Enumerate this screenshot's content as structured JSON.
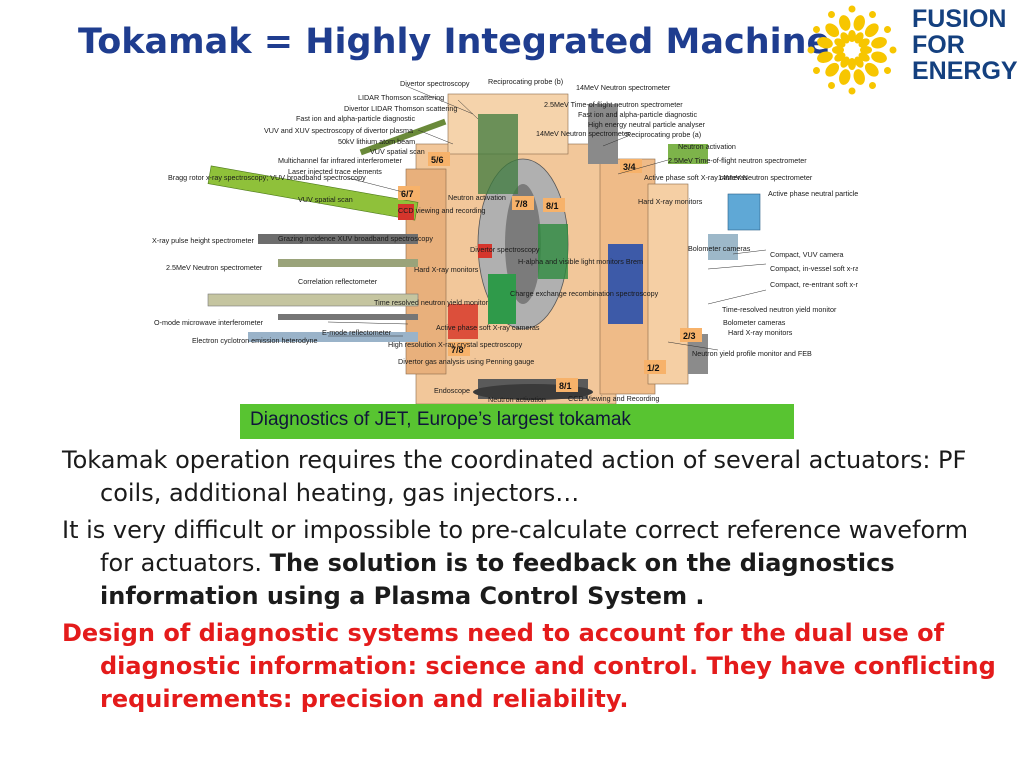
{
  "title": "Tokamak = Highly Integrated Machine",
  "logo": {
    "line1": "FUSION",
    "line2": "FOR",
    "line3": "ENERGY"
  },
  "figure": {
    "labels": [
      "Divertor spectroscopy",
      "Reciprocating probe (b)",
      "14MeV Neutron spectrometer",
      "LIDAR Thomson scattering",
      "2.5MeV Time-of-flight neutron spectrometer",
      "Divertor LIDAR Thomson scattering",
      "Fast ion and alpha-particle diagnostic",
      "Fast ion and alpha-particle diagnostic",
      "High energy neutral particle analyser",
      "VUV and XUV spectroscopy of divertor plasma",
      "14MeV Neutron spectrometer",
      "Reciprocating probe (a)",
      "50kV lithium atom beam",
      "Neutron activation",
      "VUV spatial scan",
      "Multichannel far infrared interferometer",
      "2.5MeV Time-of-flight neutron spectrometer",
      "Laser injected trace elements",
      "Bragg rotor x-ray spectroscopy; VUV broadband spectroscopy",
      "Active phase soft X-ray cameras",
      "14MeV Neutron spectrometer",
      "Active phase neutral particle analyser",
      "VUV spatial scan",
      "Neutron activation",
      "CCD viewing and recording",
      "Hard X-ray monitors",
      "Grazing incidence XUV broadband spectroscopy",
      "X-ray pulse height spectrometer",
      "Divertor spectroscopy",
      "Bolometer cameras",
      "Compact, VUV camera",
      "H-alpha and visible light monitors Brem",
      "Hard X-ray monitors",
      "2.5MeV Neutron spectrometer",
      "Compact, in-vessel soft x-ray camera",
      "Correlation reflectometer",
      "Charge exchange recombination spectroscopy",
      "Compact, re-entrant soft x-ray camera",
      "Time resolved neutron yield monitor",
      "Time-resolved neutron yield monitor",
      "O-mode microwave interferometer",
      "Bolometer cameras",
      "E-mode reflectometer",
      "Active phase soft X-ray cameras",
      "Hard X-ray monitors",
      "Electron cyclotron emission heterodyne",
      "High resolution X-ray crystal spectroscopy",
      "Neutron yield profile monitor and FEB",
      "Divertor gas analysis using Penning gauge",
      "Endoscope",
      "Neutron activation",
      "CCD Viewing and Recording"
    ],
    "sections": [
      "5/6",
      "6/7",
      "7/8",
      "8/1",
      "3/4",
      "2/3",
      "1/2",
      "7/8",
      "8/1"
    ]
  },
  "caption": "Diagnostics of JET, Europe’s largest tokamak",
  "paragraphs": [
    {
      "text": "Tokamak operation requires the coordinated action of several actuators: PF coils, additional heating, gas injectors…"
    },
    {
      "text": "It is very difficult or impossible to pre-calculate correct reference waveform for actuators.  ",
      "bold": "The solution is to feedback on the diagnostics information using a Plasma Control System ."
    },
    {
      "text": "Design of diagnostic systems need to account for the dual use of diagnostic information: science and control. They have conflicting requirements: precision and reliability."
    }
  ]
}
